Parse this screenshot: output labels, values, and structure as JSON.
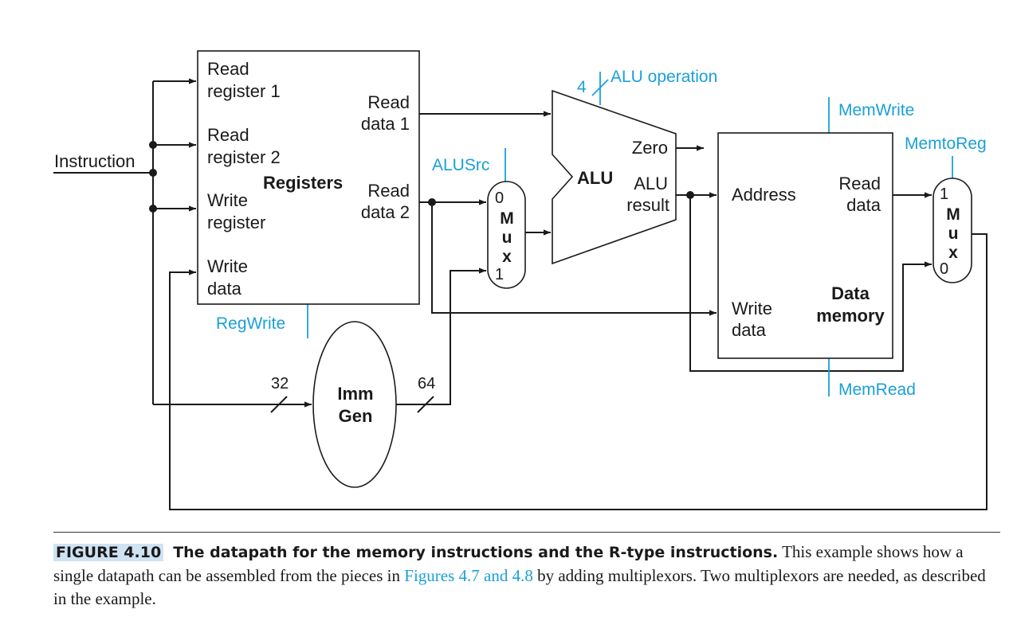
{
  "diagram": {
    "instruction": "Instruction",
    "registers": {
      "title": "Registers",
      "read_register_1": [
        "Read",
        "register 1"
      ],
      "read_register_2": [
        "Read",
        "register 2"
      ],
      "write_register": [
        "Write",
        "register"
      ],
      "write_data": [
        "Write",
        "data"
      ],
      "read_data_1": [
        "Read",
        "data 1"
      ],
      "read_data_2": [
        "Read",
        "data 2"
      ]
    },
    "reg_write": "RegWrite",
    "alu_src": "ALUSrc",
    "mux_alu": {
      "letters": [
        "M",
        "u",
        "x"
      ],
      "in0": "0",
      "in1": "1"
    },
    "alu": {
      "title": "ALU",
      "zero": "Zero",
      "result": [
        "ALU",
        "result"
      ],
      "operation": "ALU operation",
      "op_width": "4"
    },
    "imm_gen": {
      "title": [
        "Imm",
        "Gen"
      ],
      "in_width": "32",
      "out_width": "64"
    },
    "data_memory": {
      "title": [
        "Data",
        "memory"
      ],
      "address": "Address",
      "write_data": [
        "Write",
        "data"
      ],
      "read_data": [
        "Read",
        "data"
      ]
    },
    "mem_write": "MemWrite",
    "mem_read": "MemRead",
    "memto_reg": "MemtoReg",
    "mux_mem": {
      "letters": [
        "M",
        "u",
        "x"
      ],
      "in1": "1",
      "in0": "0"
    }
  },
  "caption": {
    "label": "FIGURE 4.10",
    "title": "The datapath for the memory instructions and the R-type instructions.",
    "text_before_link": " This example shows how a single datapath can be assembled from the pieces in ",
    "link": "Figures 4.7 and 4.8",
    "text_after_link": " by adding multiplexors. Two multiplexors are needed, as described in the example."
  }
}
